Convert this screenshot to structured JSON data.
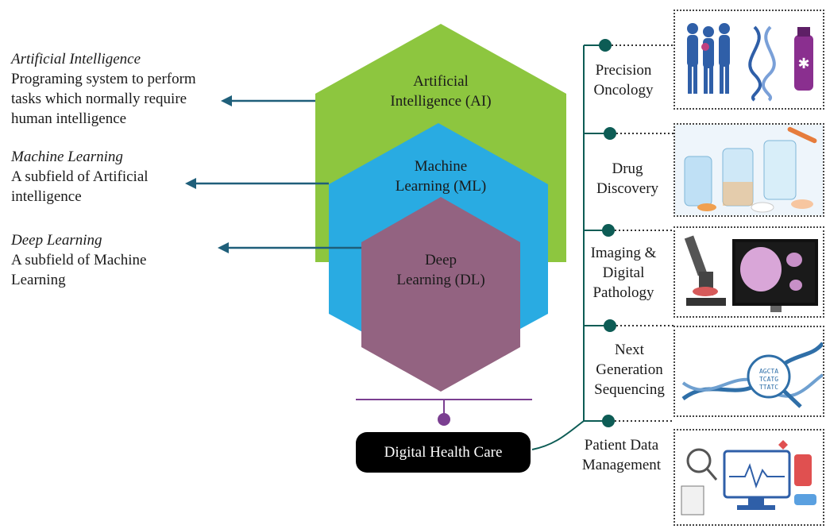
{
  "left_definitions": [
    {
      "term": "Artificial Intelligence",
      "lines": [
        "Programing system to perform",
        "tasks which normally require",
        "human intelligence"
      ]
    },
    {
      "term": "Machine Learning",
      "lines": [
        "A subfield of Artificial",
        "intelligence"
      ]
    },
    {
      "term": "Deep Learning",
      "lines": [
        "A subfield of Machine",
        "Learning"
      ]
    }
  ],
  "hexagons": [
    {
      "lines": [
        "Artificial",
        "Intelligence (AI)"
      ],
      "color": "#8dc63f"
    },
    {
      "lines": [
        "Machine",
        "Learning (ML)"
      ],
      "color": "#29abe2"
    },
    {
      "lines": [
        "Deep",
        "Learning (DL)"
      ],
      "color": "#936381"
    }
  ],
  "hub": {
    "label": "Digital Health Care",
    "color": "#000000"
  },
  "applications": [
    {
      "lines": [
        "Precision",
        "Oncology"
      ],
      "icon": "people-dna-vial-icon"
    },
    {
      "lines": [
        "Drug",
        "Discovery"
      ],
      "icon": "test-tubes-pills-icon"
    },
    {
      "lines": [
        "Imaging &",
        "Digital",
        "Pathology"
      ],
      "icon": "microscope-monitor-icon"
    },
    {
      "lines": [
        "Next",
        "Generation",
        "Sequencing"
      ],
      "icon": "dna-magnifier-icon"
    },
    {
      "lines": [
        "Patient Data",
        "Management"
      ],
      "icon": "medical-monitor-icon"
    }
  ],
  "colors": {
    "arrow": "#1f5f7a",
    "node": "#0d5c55",
    "connector": "#7b3f91"
  }
}
